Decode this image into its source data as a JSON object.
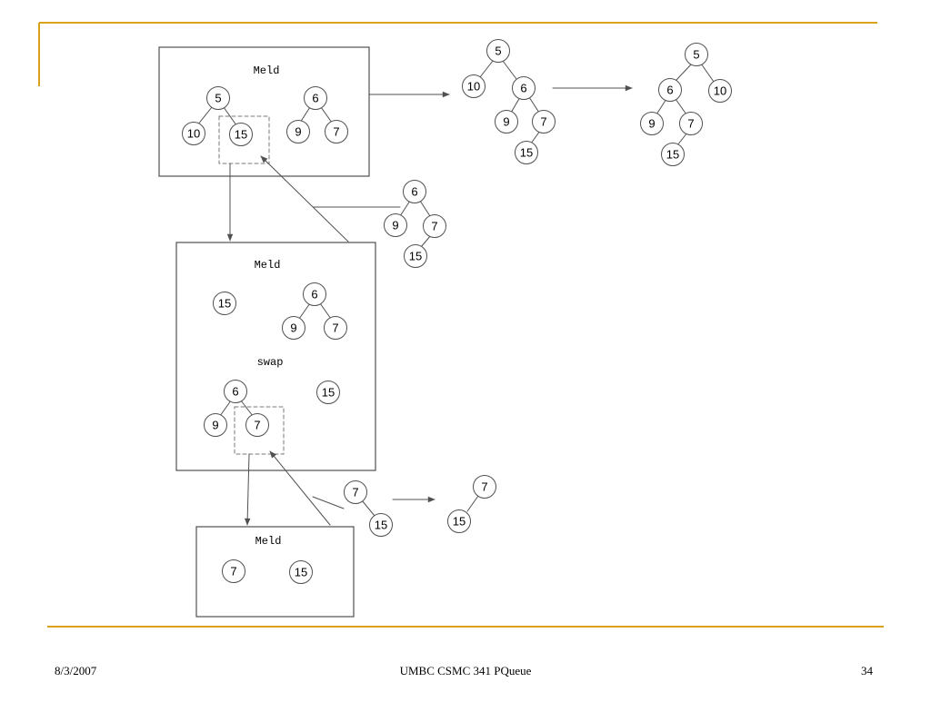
{
  "colors": {
    "accent": "#D9A21A",
    "line": "#505050",
    "dash": "#777777"
  },
  "footer": {
    "date": "8/3/2007",
    "title": "UMBC CSMC 341 PQueue",
    "page": "34"
  },
  "diagram": {
    "labels": {
      "meld": "Meld",
      "swap": "swap"
    },
    "nodes": {
      "box1_5": "5",
      "box1_10": "10",
      "box1_15": "15",
      "box1_6": "6",
      "box1_9": "9",
      "box1_7": "7",
      "resA_5": "5",
      "resA_10": "10",
      "resA_6": "6",
      "resA_9": "9",
      "resA_7": "7",
      "resA_15": "15",
      "resB_5": "5",
      "resB_6": "6",
      "resB_10": "10",
      "resB_9": "9",
      "resB_7": "7",
      "resB_15": "15",
      "mid_6": "6",
      "mid_9": "9",
      "mid_7": "7",
      "mid_15": "15",
      "box2_15a": "15",
      "box2_6": "6",
      "box2_9": "9",
      "box2_7": "7",
      "box2s_6": "6",
      "box2s_9": "9",
      "box2s_7": "7",
      "box2s_15": "15",
      "low_7": "7",
      "low_15": "15",
      "lowR_7": "7",
      "lowR_15": "15",
      "box3_7": "7",
      "box3_15": "15"
    }
  }
}
